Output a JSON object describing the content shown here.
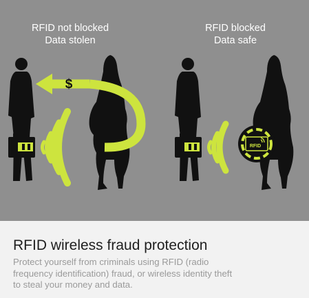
{
  "panels": {
    "left": {
      "line1": "RFID not blocked",
      "line2": "Data stolen"
    },
    "right": {
      "line1": "RFID blocked",
      "line2": "Data safe"
    }
  },
  "icons": {
    "money": "$",
    "card": "RFID"
  },
  "colors": {
    "background": "#8f8f8f",
    "silhouette": "#111111",
    "accent": "#cde43e",
    "caption_bg": "#f2f2f2",
    "title": "#1f1f1f",
    "body": "#9a9a9a"
  },
  "caption": {
    "title": "RFID wireless fraud protection",
    "lines": [
      "Protect yourself from criminals using RFID (radio",
      "frequency identification) fraud, or wireless identity theft",
      "to steal your money and data."
    ]
  }
}
